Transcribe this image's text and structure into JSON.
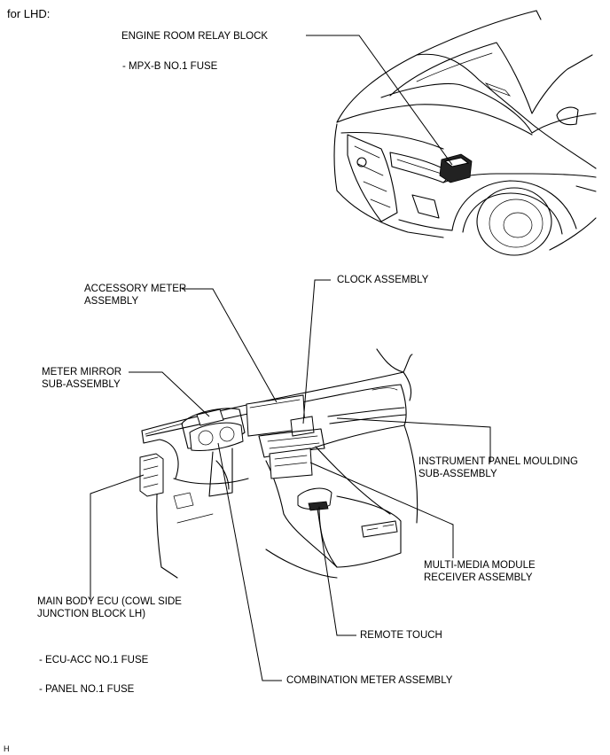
{
  "header": {
    "title": "for LHD:"
  },
  "labels": {
    "engine_room_relay_block": "ENGINE ROOM RELAY BLOCK",
    "mpx_b_fuse": "- MPX-B NO.1 FUSE",
    "accessory_meter_line1": "ACCESSORY METER",
    "accessory_meter_line2": "ASSEMBLY",
    "clock_assembly": "CLOCK ASSEMBLY",
    "meter_mirror_line1": "METER MIRROR",
    "meter_mirror_line2": "SUB-ASSEMBLY",
    "instrument_panel_line1": "INSTRUMENT PANEL MOULDING",
    "instrument_panel_line2": "SUB-ASSEMBLY",
    "multimedia_line1": "MULTI-MEDIA MODULE",
    "multimedia_line2": "RECEIVER ASSEMBLY",
    "main_body_ecu_line1": "MAIN BODY ECU (COWL SIDE",
    "main_body_ecu_line2": "JUNCTION BLOCK LH)",
    "remote_touch": "REMOTE TOUCH",
    "ecu_acc_fuse": "- ECU-ACC NO.1 FUSE",
    "panel_fuse": "- PANEL NO.1 FUSE",
    "combination_meter": "COMBINATION METER ASSEMBLY"
  },
  "footer": {
    "code": "H"
  }
}
